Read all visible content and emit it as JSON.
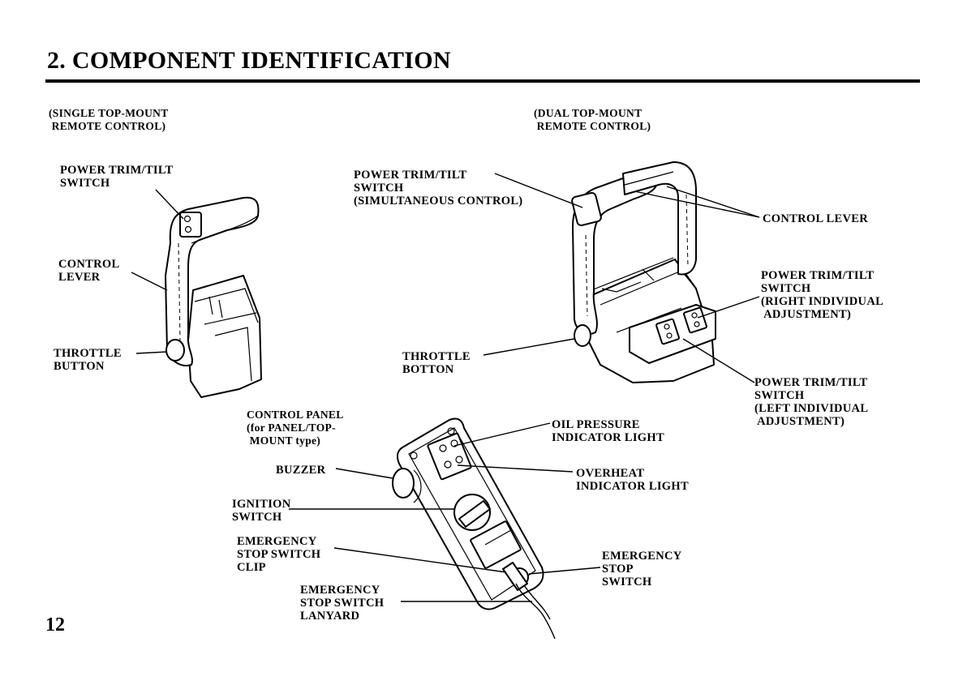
{
  "page": {
    "title": "2. COMPONENT IDENTIFICATION",
    "number": "12"
  },
  "single": {
    "caption": "(SINGLE TOP-MOUNT\n REMOTE CONTROL)",
    "trim_switch": "POWER TRIM/TILT\nSWITCH",
    "control_lever": "CONTROL\nLEVER",
    "throttle_button": "THROTTLE\nBUTTON"
  },
  "dual": {
    "caption": "(DUAL TOP-MOUNT\n REMOTE CONTROL)",
    "trim_switch_simultaneous": "POWER TRIM/TILT\nSWITCH\n(SIMULTANEOUS CONTROL)",
    "control_lever": "CONTROL LEVER",
    "trim_switch_right": "POWER TRIM/TILT\nSWITCH\n(RIGHT INDIVIDUAL\n ADJUSTMENT)",
    "throttle_button": "THROTTLE\nBOTTON",
    "trim_switch_left": "POWER TRIM/TILT\nSWITCH\n(LEFT INDIVIDUAL\n ADJUSTMENT)"
  },
  "panel": {
    "caption": "CONTROL PANEL\n(for PANEL/TOP-\n MOUNT type)",
    "oil_pressure": "OIL PRESSURE\nINDICATOR LIGHT",
    "overheat": "OVERHEAT\nINDICATOR LIGHT",
    "buzzer": "BUZZER",
    "ignition": "IGNITION\nSWITCH",
    "stop_clip": "EMERGENCY\nSTOP SWITCH\nCLIP",
    "stop_switch": "EMERGENCY\nSTOP\nSWITCH",
    "stop_lanyard": "EMERGENCY\nSTOP SWITCH\nLANYARD"
  }
}
